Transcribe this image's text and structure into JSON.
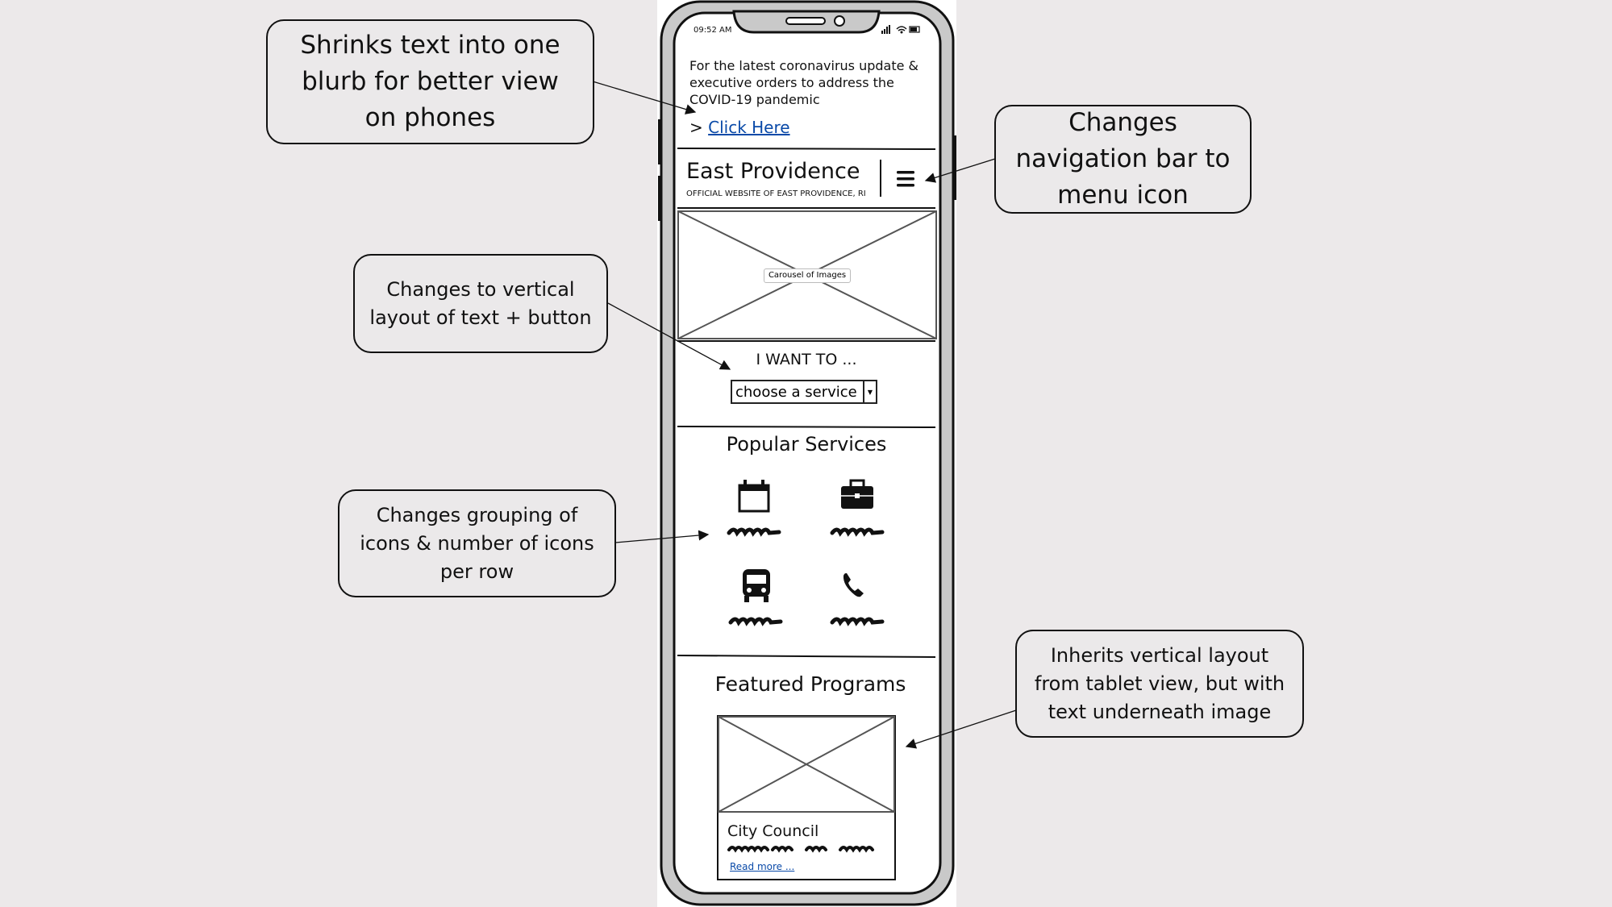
{
  "callouts": {
    "shrink_text": [
      "Shrinks text into one",
      "blurb for better view",
      "on phones"
    ],
    "nav_menu": [
      "Changes",
      "navigation bar to",
      "menu icon"
    ],
    "vertical_layout": [
      "Changes to vertical",
      "layout of text + button"
    ],
    "icon_grouping": [
      "Changes grouping of",
      "icons & number of icons",
      "per row"
    ],
    "inherits_layout": [
      "Inherits vertical layout",
      "from tablet view, but with",
      "text underneath image"
    ]
  },
  "phone": {
    "status_time": "09:52 AM",
    "alert": {
      "lines": [
        "For the latest coronavirus update &",
        "executive orders to address the",
        "COVID-19 pandemic"
      ],
      "prefix": ">",
      "link": "Click Here"
    },
    "header": {
      "title": "East Providence",
      "subtitle": "OFFICIAL WEBSITE OF EAST PROVIDENCE, RI"
    },
    "carousel_label": "Carousel of Images",
    "i_want_to": {
      "heading": "I WANT TO ...",
      "select_value": "choose a service"
    },
    "popular_services": {
      "heading": "Popular Services",
      "icons": [
        "calendar-icon",
        "briefcase-icon",
        "bus-icon",
        "phone-icon"
      ]
    },
    "featured_programs": {
      "heading": "Featured Programs",
      "card_title": "City Council",
      "read_more": "Read more ..."
    }
  },
  "colors": {
    "background": "#ece9ea",
    "link": "#0a4aa8",
    "ink": "#111111"
  }
}
